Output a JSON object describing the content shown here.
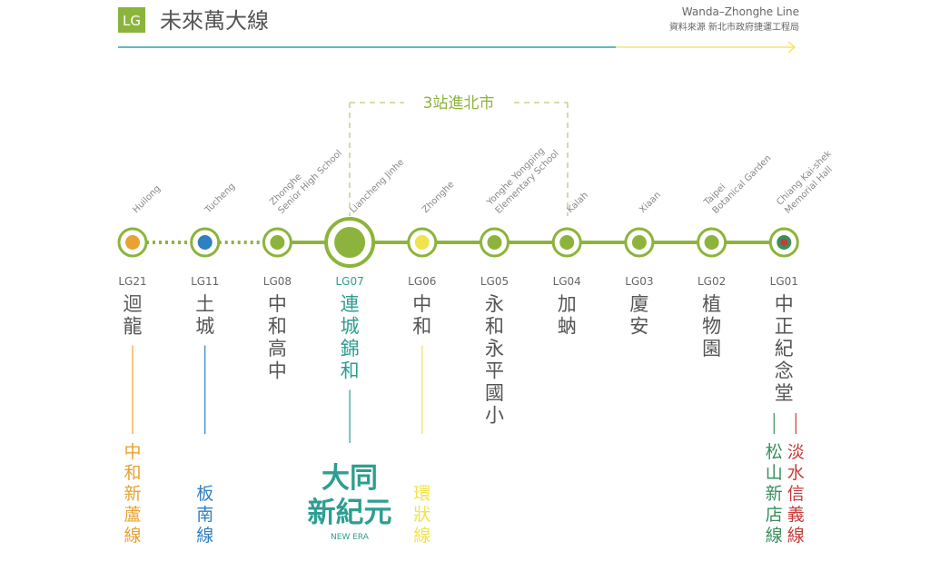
{
  "header": {
    "badge": "LG",
    "title_zh": "未來萬大線",
    "title_en": "Wanda–Zhonghe Line",
    "source": "資料來源 新北市政府捷運工程局"
  },
  "bracket_label": "3站進北市",
  "colors": {
    "line": "#8cb43c",
    "header_rule_left": "#2aa6a0",
    "header_rule_right": "#f3e66a",
    "station_zh": "#555555",
    "highlight_zh": "#2e9e91",
    "code": "#666666",
    "code_highlight": "#2e9e91",
    "en_label": "#888888",
    "transfer_orange": "#e8a231",
    "transfer_blue": "#2f7fc1",
    "transfer_yellow": "#f2e34e",
    "transfer_green": "#3a8f5e",
    "transfer_red": "#c83a3a"
  },
  "stations": [
    {
      "code": "LG21",
      "zh": "迴龍",
      "en": [
        "Huilong"
      ],
      "dot": "#e8a231",
      "transfer": "中和新蘆線",
      "transfer_color": "#e8a231",
      "big": false
    },
    {
      "code": "LG11",
      "zh": "土城",
      "en": [
        "Tucheng"
      ],
      "dot": "#2f7fc1",
      "transfer": "板南線",
      "transfer_color": "#2f7fc1",
      "big": false
    },
    {
      "code": "LG08",
      "zh": "中和高中",
      "en": [
        "Zhonghe",
        "Senior High School"
      ],
      "dot": "#8cb43c",
      "transfer": "",
      "transfer_color": "",
      "big": false
    },
    {
      "code": "LG07",
      "zh": "連城錦和",
      "en": [
        "Liancheng Jinhe"
      ],
      "dot": "#8cb43c",
      "transfer": "",
      "transfer_color": "#2e9e91",
      "big": true
    },
    {
      "code": "LG06",
      "zh": "中和",
      "en": [
        "Zhonghe"
      ],
      "dot": "#f2e34e",
      "transfer": "環狀線",
      "transfer_color": "#f2e34e",
      "big": false
    },
    {
      "code": "LG05",
      "zh": "永和永平國小",
      "en": [
        "Yonghe Yongping",
        "Elementary School"
      ],
      "dot": "#8cb43c",
      "transfer": "",
      "transfer_color": "",
      "big": false
    },
    {
      "code": "LG04",
      "zh": "加蚋",
      "en": [
        "Kalah"
      ],
      "dot": "#8cb43c",
      "transfer": "",
      "transfer_color": "",
      "big": false
    },
    {
      "code": "LG03",
      "zh": "廈安",
      "en": [
        "Xiaan"
      ],
      "dot": "#8cb43c",
      "transfer": "",
      "transfer_color": "",
      "big": false
    },
    {
      "code": "LG02",
      "zh": "植物園",
      "en": [
        "Taipei",
        "Botanical Garden"
      ],
      "dot": "#8cb43c",
      "transfer": "",
      "transfer_color": "",
      "big": false
    },
    {
      "code": "LG01",
      "zh": "中正紀念堂",
      "en": [
        "Chiang Kai-shek",
        "Memorial Hall"
      ],
      "dot": "#3a8f5e",
      "transfer": "",
      "transfer_color": "",
      "big": false
    }
  ],
  "cmp_transfers": [
    {
      "zh": "松山新店線",
      "color": "#3a8f5e"
    },
    {
      "zh": "淡水信義線",
      "color": "#c83a3a"
    }
  ],
  "logo": {
    "line1": "大同",
    "line2": "新紀元",
    "sub": "NEW ERA"
  }
}
